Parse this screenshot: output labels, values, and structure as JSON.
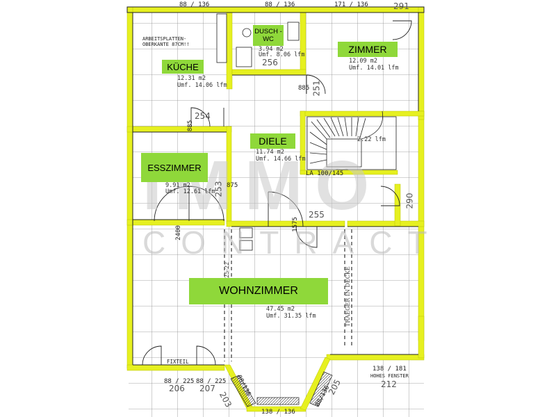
{
  "rooms": {
    "kueche": {
      "name": "KÜCHE",
      "area": "12.31 m2",
      "perimeter": "Umf. 14.06 lfm"
    },
    "dusch_wc": {
      "name_line1": "DUSCH -",
      "name_line2": "WC",
      "area": "3.94 m2",
      "perimeter": "Umf. 8.06 lfm"
    },
    "zimmer": {
      "name": "ZIMMER",
      "area": "12.09 m2",
      "perimeter": "Umf. 14.01 lfm"
    },
    "diele": {
      "name": "DIELE",
      "area": "11.74 m2",
      "perimeter": "Umf. 14.66 lfm"
    },
    "esszimmer": {
      "name": "ESSZIMMER",
      "area": "9.91 m2",
      "perimeter": "Umf. 12.61 lfm"
    },
    "wohnzimmer": {
      "name": "WOHNZIMMER",
      "area": "47.45 m2",
      "perimeter": "Umf. 31.35 lfm"
    },
    "stair": {
      "area": "2.22 lfm"
    }
  },
  "dimensions": {
    "top_left": "88 / 136",
    "top_mid": "88 / 136",
    "top_right": "171 / 136",
    "top_corner": "291",
    "bottom_left1": "88 / 225",
    "bottom_left2": "88 / 225",
    "bottom_right": "138 / 181",
    "bottom_mid": "138 / 136",
    "door_256": "256",
    "door_251": "251",
    "door_885a": "885",
    "door_254": "254",
    "door_885b": "885",
    "door_253": "253",
    "door_255": "255",
    "door_290": "290",
    "door_206": "206",
    "door_207": "207",
    "door_203": "203",
    "door_205": "205",
    "door_212": "212",
    "door_1575": "1575",
    "dim_2400": "2400",
    "dim_88_136_sw": "88/136",
    "dim_88_136_se": "88/136",
    "dim_875": "875",
    "dim_la": "LA 100/145"
  },
  "annotations": {
    "arbeitsplatten_1": "ARBEITSPLATTEN-",
    "arbeitsplatten_2": "OBERKANTE 87CM!!",
    "fixteil": "FIXTEIL",
    "hohes_fenster": "HOHES FENSTER",
    "traeger": "TRAEGER IN DECKE",
    "beam_dim": "25-22"
  },
  "watermark": {
    "line1": "IMMO",
    "line2": "CONTRACT"
  }
}
